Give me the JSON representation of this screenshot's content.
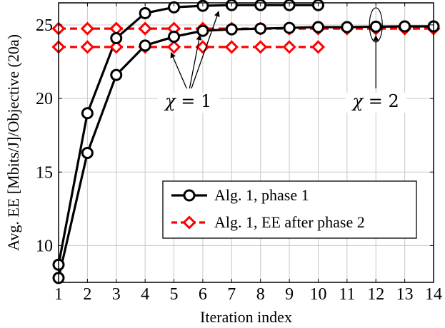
{
  "chart_data": {
    "type": "line",
    "xlabel": "Iteration index",
    "ylabel": "Avg. EE [Mbits/J]/Objective (20a)",
    "xlim": [
      1,
      14
    ],
    "ylim": [
      7.5,
      26.5
    ],
    "xticks": [
      1,
      2,
      3,
      4,
      5,
      6,
      7,
      8,
      9,
      10,
      11,
      12,
      13,
      14
    ],
    "yticks": [
      10,
      15,
      20,
      25
    ],
    "grid": true,
    "legend_position": "lower-right",
    "series": [
      {
        "name": "Alg. 1, phase 1",
        "color": "#000000",
        "marker": "circle",
        "line_style": "solid",
        "curves": [
          {
            "x": [
              1,
              2,
              3,
              4,
              5,
              6,
              7,
              8,
              9,
              10
            ],
            "y": [
              8.7,
              19.0,
              24.1,
              25.8,
              26.2,
              26.3,
              26.35,
              26.35,
              26.35,
              26.35
            ]
          },
          {
            "x": [
              1,
              2,
              3,
              4,
              5,
              6,
              7,
              8,
              9,
              10,
              11,
              12,
              13,
              14
            ],
            "y": [
              7.8,
              16.3,
              21.6,
              23.6,
              24.2,
              24.6,
              24.7,
              24.75,
              24.8,
              24.85,
              24.85,
              24.88,
              24.9,
              24.9
            ]
          }
        ]
      },
      {
        "name": "Alg. 1, EE after phase 2",
        "color": "#ff0000",
        "marker": "diamond",
        "line_style": "dashed",
        "curves": [
          {
            "x": [
              1,
              2,
              3,
              4,
              5,
              6,
              7,
              8,
              9,
              10
            ],
            "y": [
              23.5,
              23.5,
              23.5,
              23.5,
              23.5,
              23.5,
              23.5,
              23.5,
              23.5,
              23.5
            ]
          },
          {
            "x": [
              1,
              2,
              3,
              4,
              5,
              6,
              7,
              8,
              9,
              10,
              11,
              12,
              13,
              14
            ],
            "y": [
              24.75,
              24.75,
              24.75,
              24.75,
              24.75,
              24.75,
              24.75,
              24.75,
              24.75,
              24.75,
              24.75,
              24.75,
              24.75,
              24.75
            ]
          }
        ]
      }
    ],
    "annotations": [
      {
        "id": "chi1",
        "symbol": "χ",
        "equals": " = 1",
        "arrow_targets": [
          [
            4.9,
            23.5
          ],
          [
            5.9,
            24.7
          ],
          [
            6.55,
            26.3
          ]
        ]
      },
      {
        "id": "chi2",
        "symbol": "χ",
        "equals": " = 2",
        "arrow_targets": [
          [
            12,
            24.75
          ]
        ],
        "ellipse_at": [
          12,
          25.0
        ]
      }
    ]
  }
}
